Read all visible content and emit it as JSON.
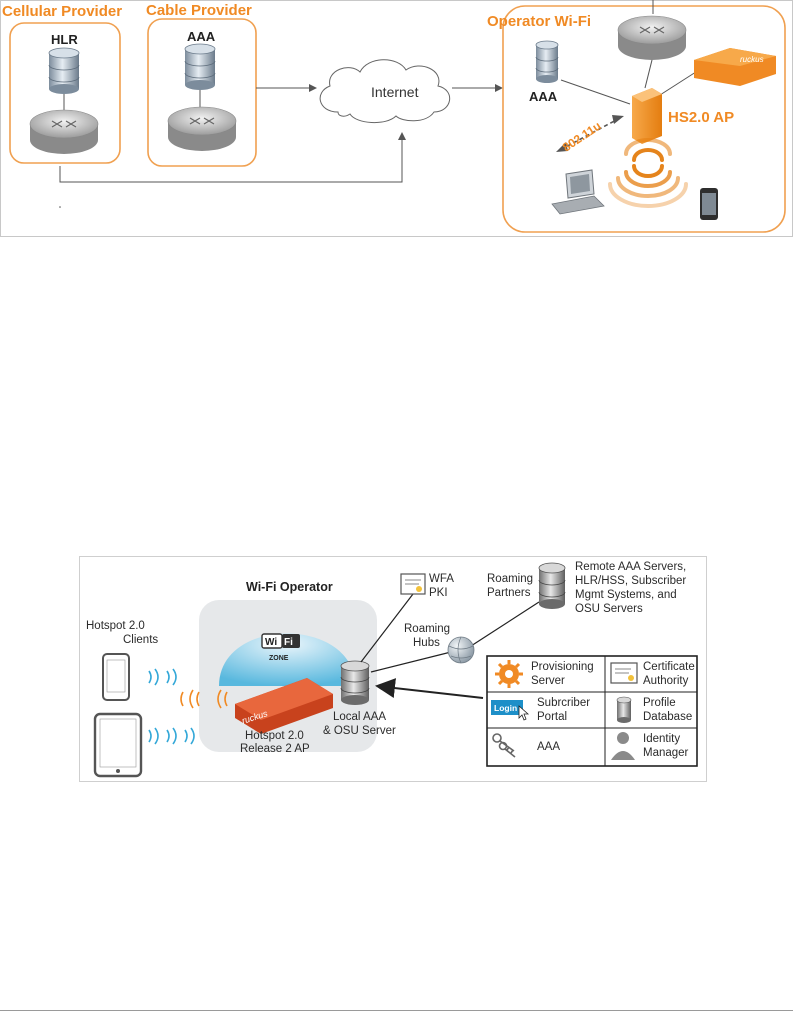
{
  "figure1": {
    "cellular_provider": "Cellular Provider",
    "cable_provider": "Cable Provider",
    "hlr": "HLR",
    "aaa_cable": "AAA",
    "internet": "Internet",
    "operator_wifi": "Operator Wi-Fi",
    "aaa_operator": "AAA",
    "hs20_ap": "HS2.0 AP",
    "link_802": "802.11u",
    "ruckus_logo": "ruckus"
  },
  "figure2": {
    "wifi_operator": "Wi-Fi Operator",
    "wfa": "WFA",
    "pki": "PKI",
    "roaming_partners_1": "Roaming",
    "roaming_partners_2": "Partners",
    "remote_1": "Remote AAA Servers,",
    "remote_2": "HLR/HSS, Subscriber",
    "remote_3": "Mgmt Systems, and",
    "remote_4": "OSU Servers",
    "roaming_hubs_1": "Roaming",
    "roaming_hubs_2": "Hubs",
    "clients_1": "Hotspot 2.0",
    "clients_2": "Clients",
    "wifi_logo": "Wi",
    "wifi_logo_2": "Fi",
    "wifi_zone": "ZONE",
    "ruckus_logo": "ruckus",
    "ap_1": "Hotspot 2.0",
    "ap_2": "Release 2 AP",
    "local_aaa_1": "Local AAA",
    "local_aaa_2": "& OSU Server",
    "legend": {
      "provisioning_1": "Provisioning",
      "provisioning_2": "Server",
      "cert_1": "Certificate",
      "cert_2": "Authority",
      "login": "Login",
      "subscriber_1": "Subrcriber",
      "subscriber_2": "Portal",
      "profile_1": "Profile",
      "profile_2": "Database",
      "aaa": "AAA",
      "identity_1": "Identity",
      "identity_2": "Manager"
    }
  },
  "colors": {
    "orange": "#f08a24",
    "ruckus_red": "#e0522a",
    "connector": "#555555"
  }
}
